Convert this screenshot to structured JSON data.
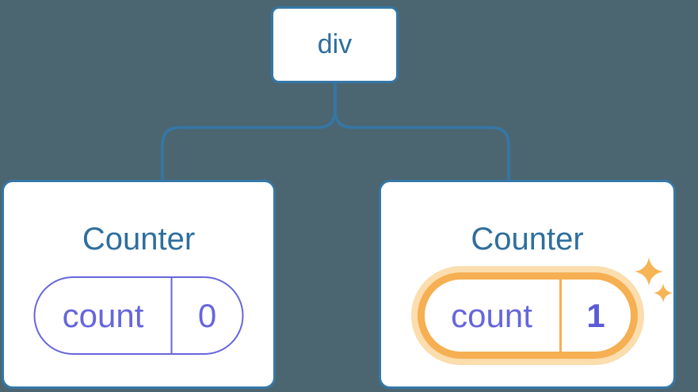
{
  "colors": {
    "background": "#4C6671",
    "node_border": "#3477A7",
    "node_text": "#2E6E9E",
    "connector_line": "#3477A7",
    "state_purple": "#6666DD",
    "state_value_bold_purple": "#5B5BD6",
    "highlight_orange": "#F6AF52",
    "highlight_glow": "#FBDDAE",
    "sparkle": "#F6B455"
  },
  "tree": {
    "root": {
      "label": "div"
    },
    "children": [
      {
        "title": "Counter",
        "state_key": "count",
        "state_value": "0",
        "highlighted": false
      },
      {
        "title": "Counter",
        "state_key": "count",
        "state_value": "1",
        "highlighted": true
      }
    ]
  }
}
